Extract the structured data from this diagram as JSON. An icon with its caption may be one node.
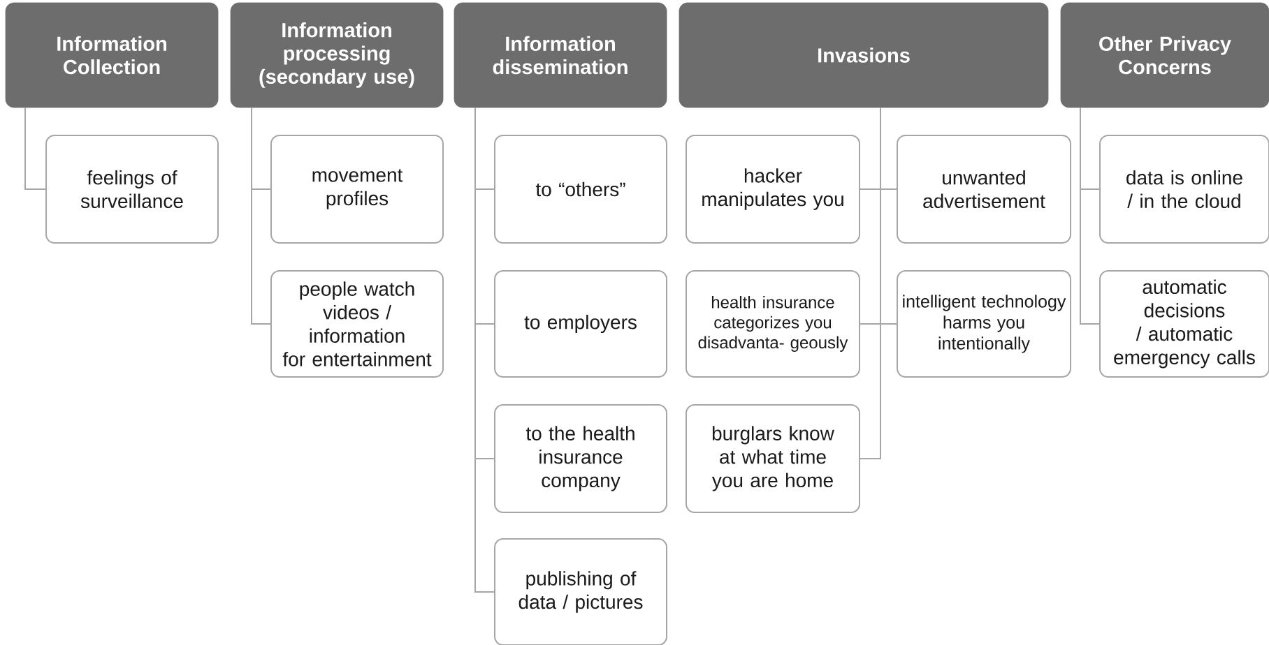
{
  "diagram": {
    "nodes": [
      {
        "text": [
          "Information Collection"
        ]
      },
      {
        "text": [
          "feelings of surveillance"
        ]
      },
      {
        "text": [
          "Information processing (secondary use)"
        ]
      },
      {
        "text": [
          "movement profiles"
        ]
      },
      {
        "text": [
          "people watch videos / information for entertainment"
        ]
      },
      {
        "text": [
          "Information dissemination"
        ]
      },
      {
        "text": [
          "to “others”"
        ]
      },
      {
        "text": [
          "to employers"
        ]
      },
      {
        "text": [
          "to the health insurance company"
        ]
      },
      {
        "text": [
          "publishing of data / pictures"
        ]
      },
      {
        "text": [
          "Invasions"
        ]
      },
      {
        "text": [
          "hacker manipulates you"
        ]
      },
      {
        "text": [
          "unwanted advertisement"
        ]
      },
      {
        "text": [
          "health insurance categorizes you disadvanta- geously"
        ]
      },
      {
        "text": [
          "intelligent technology harms you intentionally"
        ]
      },
      {
        "text": [
          "burglars know at what time you are home"
        ]
      },
      {
        "text": [
          "Other Privacy Concerns"
        ]
      },
      {
        "text": [
          "data is online / in the cloud"
        ]
      },
      {
        "text": [
          "automatic decisions / automatic emergency calls"
        ]
      }
    ],
    "edges": [
      {
        "from": 0,
        "to": 1,
        "arrow": "none"
      },
      {
        "from": 2,
        "to": 3,
        "arrow": "none"
      },
      {
        "from": 2,
        "to": 4,
        "arrow": "none"
      },
      {
        "from": 5,
        "to": 6,
        "arrow": "none"
      },
      {
        "from": 5,
        "to": 7,
        "arrow": "none"
      },
      {
        "from": 5,
        "to": 8,
        "arrow": "none"
      },
      {
        "from": 5,
        "to": 9,
        "arrow": "none"
      },
      {
        "from": 10,
        "to": 11,
        "arrow": "none"
      },
      {
        "from": 10,
        "to": 12,
        "arrow": "none"
      },
      {
        "from": 10,
        "to": 13,
        "arrow": "none"
      },
      {
        "from": 10,
        "to": 14,
        "arrow": "none"
      },
      {
        "from": 10,
        "to": 15,
        "arrow": "none"
      },
      {
        "from": 16,
        "to": 17,
        "arrow": "none"
      },
      {
        "from": 16,
        "to": 18,
        "arrow": "none"
      }
    ]
  }
}
